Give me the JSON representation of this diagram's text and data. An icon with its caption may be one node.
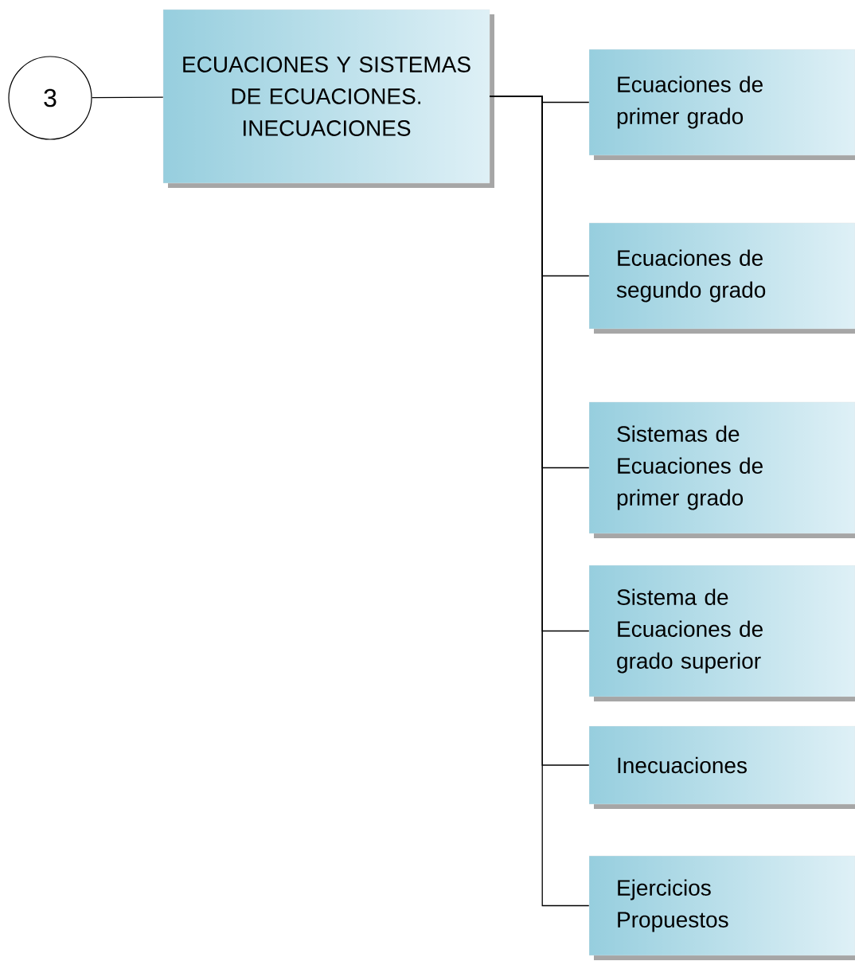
{
  "diagram": {
    "nodes": [
      {
        "text": [
          "3"
        ]
      },
      {
        "text": [
          "ECUACIONES Y SISTEMAS DE ECUACIONES. INECUACIONES"
        ]
      },
      {
        "text": [
          "Ecuaciones de primer grado"
        ]
      },
      {
        "text": [
          "Ecuaciones de segundo grado"
        ]
      },
      {
        "text": [
          "Sistemas de Ecuaciones de primer grado"
        ]
      },
      {
        "text": [
          "Sistema de Ecuaciones de grado superior"
        ]
      },
      {
        "text": [
          "Inecuaciones"
        ]
      },
      {
        "text": [
          "Ejercicios Propuestos"
        ]
      }
    ],
    "edges": [
      {
        "from": 0,
        "to": 1,
        "arrow": "none"
      },
      {
        "from": 1,
        "to": 2,
        "arrow": "none"
      },
      {
        "from": 1,
        "to": 3,
        "arrow": "none"
      },
      {
        "from": 1,
        "to": 4,
        "arrow": "none"
      },
      {
        "from": 1,
        "to": 5,
        "arrow": "none"
      },
      {
        "from": 1,
        "to": 6,
        "arrow": "none"
      },
      {
        "from": 1,
        "to": 7,
        "arrow": "none"
      }
    ]
  }
}
